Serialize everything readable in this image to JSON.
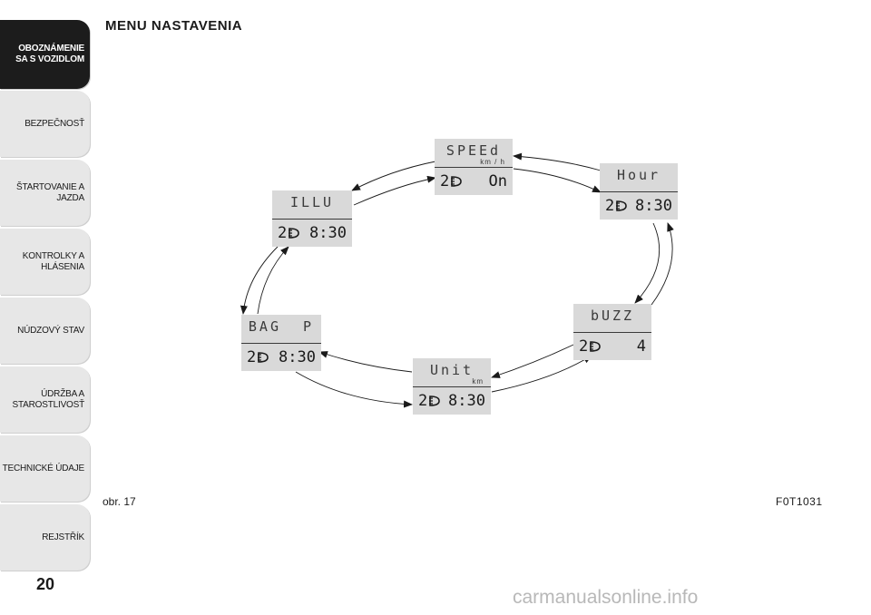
{
  "sidebar": {
    "tabs": [
      {
        "label": "OBOZNÁMENIE\nSA S VOZIDLOM",
        "active": true
      },
      {
        "label": "BEZPEČNOSŤ",
        "active": false
      },
      {
        "label": "ŠTARTOVANIE A\nJAZDA",
        "active": false
      },
      {
        "label": "KONTROLKY A\nHLÁSENIA",
        "active": false
      },
      {
        "label": "NÚDZOVÝ STAV",
        "active": false
      },
      {
        "label": "ÚDRŽBA A\nSTAROSTLIVOSŤ",
        "active": false
      },
      {
        "label": "TECHNICKÉ ÚDAJE",
        "active": false
      },
      {
        "label": "REJSTŘÍK",
        "active": false
      }
    ]
  },
  "page": {
    "number": "20",
    "title": "MENU NASTAVENIA",
    "figure_label": "obr. 17",
    "figure_code": "F0T1031",
    "watermark": "carmanualsonline.info"
  },
  "displays": {
    "speed": {
      "label": "SPEEd",
      "unit": "km / h",
      "gear": "2",
      "value": "On"
    },
    "hour": {
      "label": "Hour",
      "unit": "",
      "gear": "2",
      "value": "8:30"
    },
    "buzz": {
      "label": "bUZZ",
      "unit": "",
      "gear": "2",
      "value": "4"
    },
    "unit": {
      "label": "Unit",
      "unit": "km",
      "gear": "2",
      "value": "8:30"
    },
    "bag": {
      "label": "BAG  P",
      "unit": "",
      "gear": "2",
      "value": "8:30"
    },
    "illu": {
      "label": "ILLU",
      "unit": "",
      "gear": "2",
      "value": "8:30"
    }
  },
  "colors": {
    "active_tab": "#1c1c1c",
    "inactive_tab": "#e7e7e7",
    "lcd_background": "#d9d9d9"
  }
}
